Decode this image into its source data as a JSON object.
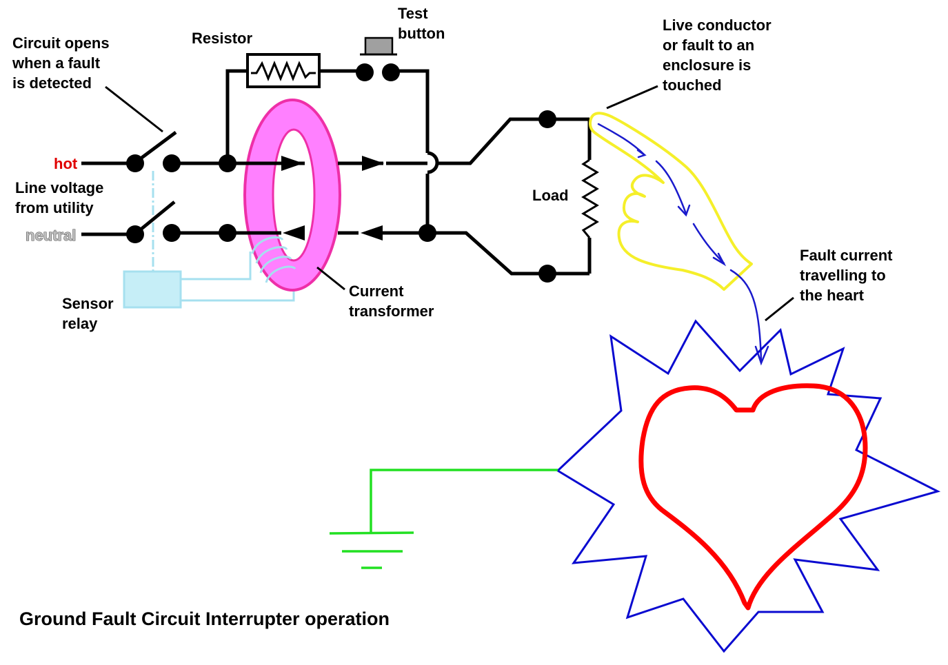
{
  "title": "Ground Fault Circuit Interrupter operation",
  "labels": {
    "circuit_opens": [
      "Circuit opens",
      "when a fault",
      "is detected"
    ],
    "resistor": "Resistor",
    "test_button": [
      "Test",
      "button"
    ],
    "hot": "hot",
    "line_voltage": [
      "Line voltage",
      "from utility"
    ],
    "neutral": "neutral",
    "sensor_relay": [
      "Sensor",
      "relay"
    ],
    "current_transformer": [
      "Current",
      "transformer"
    ],
    "load": "Load",
    "live_conductor": [
      "Live conductor",
      "or fault to an",
      "enclosure is",
      "touched"
    ],
    "fault_current": [
      "Fault current",
      "travelling to",
      "the heart"
    ]
  },
  "colors": {
    "wire": "#000000",
    "hot_label": "#e00000",
    "neutral_label": "#bdbdbd",
    "toroid_fill": "#ff80ff",
    "toroid_edge": "#ee2fa8",
    "sensor": "#c6eef7",
    "sensor_edge": "#a6e0ef",
    "hand": "#f5ef2a",
    "fault_path": "#1a1acc",
    "starburst": "#0a0ad0",
    "heart": "#ff0000",
    "ground": "#22e022",
    "button_cap": "#a0a0a0"
  }
}
